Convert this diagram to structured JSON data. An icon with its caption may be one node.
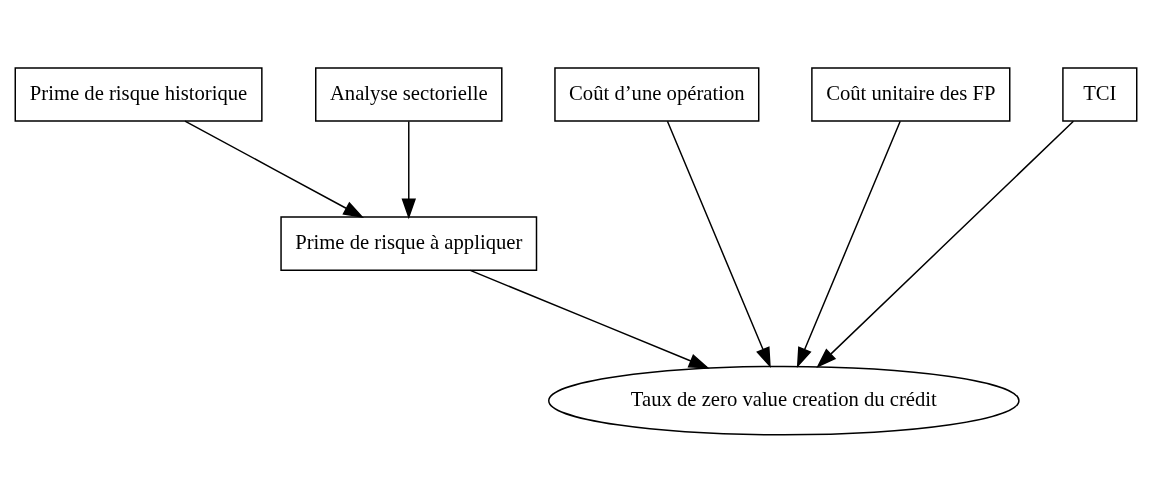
{
  "diagram": {
    "nodes": [
      {
        "text": [
          "Prime de risque historique"
        ]
      },
      {
        "text": [
          "Analyse sectorielle"
        ]
      },
      {
        "text": [
          "Prime de risque à appliquer"
        ]
      },
      {
        "text": [
          "Coût d’une opération"
        ]
      },
      {
        "text": [
          "Coût unitaire des FP"
        ]
      },
      {
        "text": [
          "TCI"
        ]
      },
      {
        "text": [
          "Taux de zero value creation du crédit"
        ]
      }
    ],
    "edges": [
      {
        "from": 0,
        "to": 2,
        "arrow": "to"
      },
      {
        "from": 1,
        "to": 2,
        "arrow": "to"
      },
      {
        "from": 2,
        "to": 6,
        "arrow": "to"
      },
      {
        "from": 3,
        "to": 6,
        "arrow": "to"
      },
      {
        "from": 4,
        "to": 6,
        "arrow": "to"
      },
      {
        "from": 5,
        "to": 6,
        "arrow": "to"
      }
    ]
  }
}
